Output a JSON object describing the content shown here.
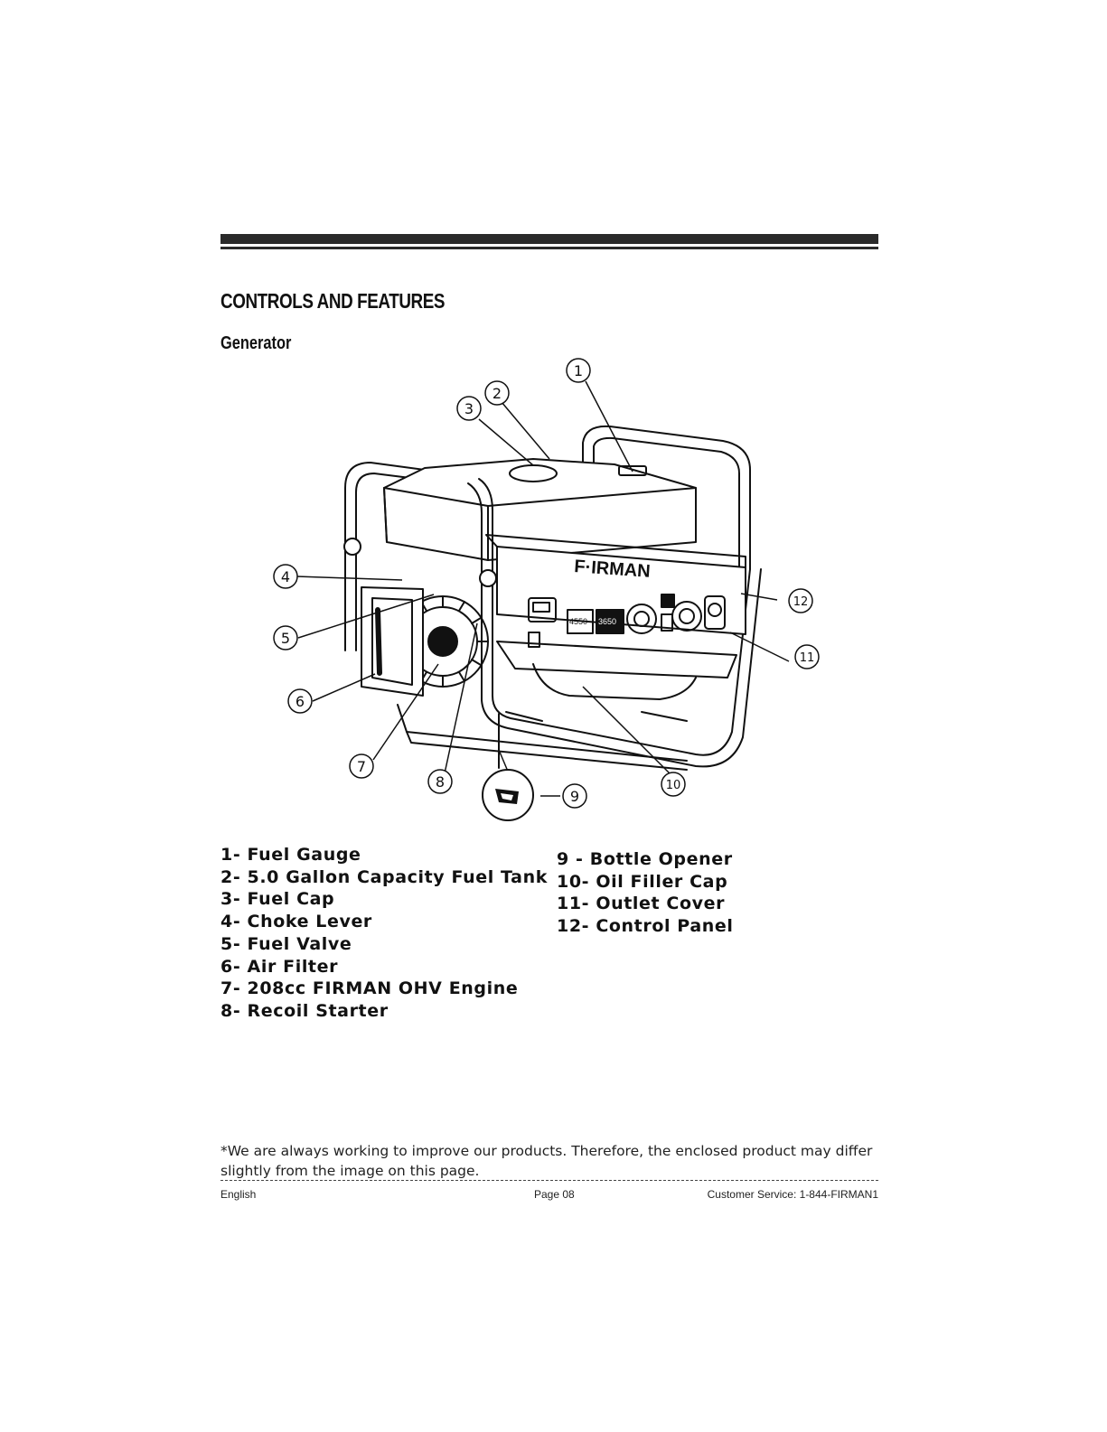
{
  "header": {
    "section_title": "CONTROLS AND FEATURES",
    "subsection_title": "Generator"
  },
  "figure": {
    "brand_label": "F·IRMAN",
    "panel_labels": [
      "4550",
      "3650"
    ],
    "callouts": [
      "1",
      "2",
      "3",
      "4",
      "5",
      "6",
      "7",
      "8",
      "9",
      "10",
      "11",
      "12"
    ]
  },
  "parts_list": {
    "left": [
      "1- Fuel Gauge",
      "2- 5.0 Gallon Capacity Fuel Tank",
      "3- Fuel Cap",
      "4- Choke Lever",
      "5- Fuel Valve",
      "6- Air Filter",
      "7- 208cc FIRMAN OHV Engine",
      "8- Recoil Starter"
    ],
    "right": [
      "9 - Bottle Opener",
      "10- Oil Filler Cap",
      "11- Outlet Cover",
      "12- Control Panel"
    ]
  },
  "disclaimer": "*We are always working to improve our products. Therefore, the enclosed product may differ slightly from the image on this page.",
  "footer": {
    "language": "English",
    "page": "Page 08",
    "customer_service": "Customer Service: 1-844-FIRMAN1"
  }
}
